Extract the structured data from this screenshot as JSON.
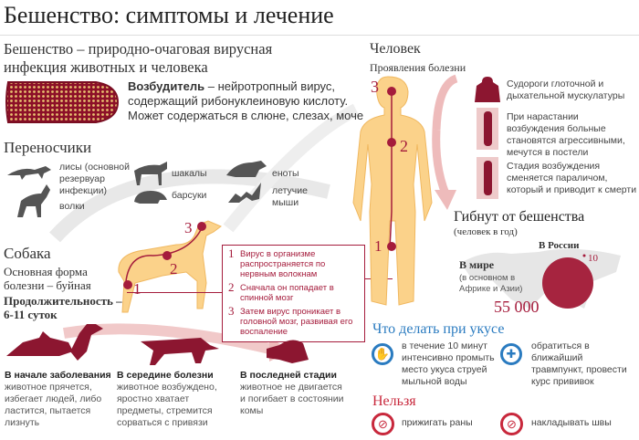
{
  "title": "Бешенство: симптомы и лечение",
  "intro": {
    "line1": "Бешенство – природно-очаговая вирусная",
    "line2": "инфекция животных и человека"
  },
  "pathogen": {
    "bold": "Возбудитель",
    "text": " – нейротропный вирус, содержащий рибонуклеиновую кислоту. Может содержаться в слюне, слезах, моче"
  },
  "carriers": {
    "title": "Переносчики",
    "items": [
      {
        "label": "лисы (основной резервуар инфекции)",
        "icon": "fox-icon"
      },
      {
        "label": "волки",
        "icon": "wolf-icon"
      },
      {
        "label": "шакалы",
        "icon": "jackal-icon"
      },
      {
        "label": "барсуки",
        "icon": "badger-icon"
      },
      {
        "label": "еноты",
        "icon": "raccoon-icon"
      },
      {
        "label": "летучие мыши",
        "icon": "bat-icon"
      }
    ]
  },
  "dog": {
    "title": "Собака",
    "form": "Основная форма болезни – буйная",
    "duration": "Продолжительность – 6-11 суток",
    "steps": [
      {
        "n": "1",
        "text": "Вирус в организме распространяется по нервным волокнам"
      },
      {
        "n": "2",
        "text": "Сначала он попадает в спинной мозг"
      },
      {
        "n": "3",
        "text": "Затем вирус проникает в головной мозг, развивая его воспаление"
      }
    ],
    "stages": [
      {
        "bold": "В начале заболевания",
        "text": " животное прячется, избегает людей, либо ластится, пытается лизнуть"
      },
      {
        "bold": "В середине болезни",
        "text": " животное возбуждено, яростно хватает предметы, стремится сорваться с привязи"
      },
      {
        "bold": "В последней стадии",
        "text": " животное не двигается и погибает в состоянии комы"
      }
    ]
  },
  "human": {
    "title": "Человек",
    "subtitle": "Проявления болезни",
    "symptoms": [
      {
        "text": "Судороги глоточной и дыхательной мускулатуры",
        "icon": "lungs-icon"
      },
      {
        "text": "При нарастании возбуждения больные становятся агрессивными, мечутся в постели",
        "icon": "agitated-person-icon"
      },
      {
        "text": "Стадия возбуждения сменяется параличом, который и приводит к смерти",
        "icon": "paralysis-icon"
      }
    ]
  },
  "deaths": {
    "title": "Гибнут от бешенства",
    "subtitle": "(человек в год)",
    "russia_label": "В России",
    "russia_value": "10",
    "world_label": "В мире",
    "world_note": "(в основном в Африке и Азии)",
    "world_value": "55 000"
  },
  "todo": {
    "title": "Что делать при укусе",
    "items": [
      {
        "text": "в течение 10 минут интенсивно промыть место укуса струей мыльной воды",
        "icon": "wash-hands-icon"
      },
      {
        "text": "обратиться в ближайший травмпункт, провести курс прививок",
        "icon": "syringe-icon"
      }
    ]
  },
  "dont": {
    "title": "Нельзя",
    "items": [
      {
        "text": "прижигать раны",
        "icon": "no-cauterize-icon"
      },
      {
        "text": "накладывать швы",
        "icon": "no-stitches-icon"
      }
    ]
  },
  "colors": {
    "accent": "#a51c3c",
    "blue": "#2a7bc0",
    "body": "#fbd28a",
    "arrow": "#e9b0b4"
  }
}
